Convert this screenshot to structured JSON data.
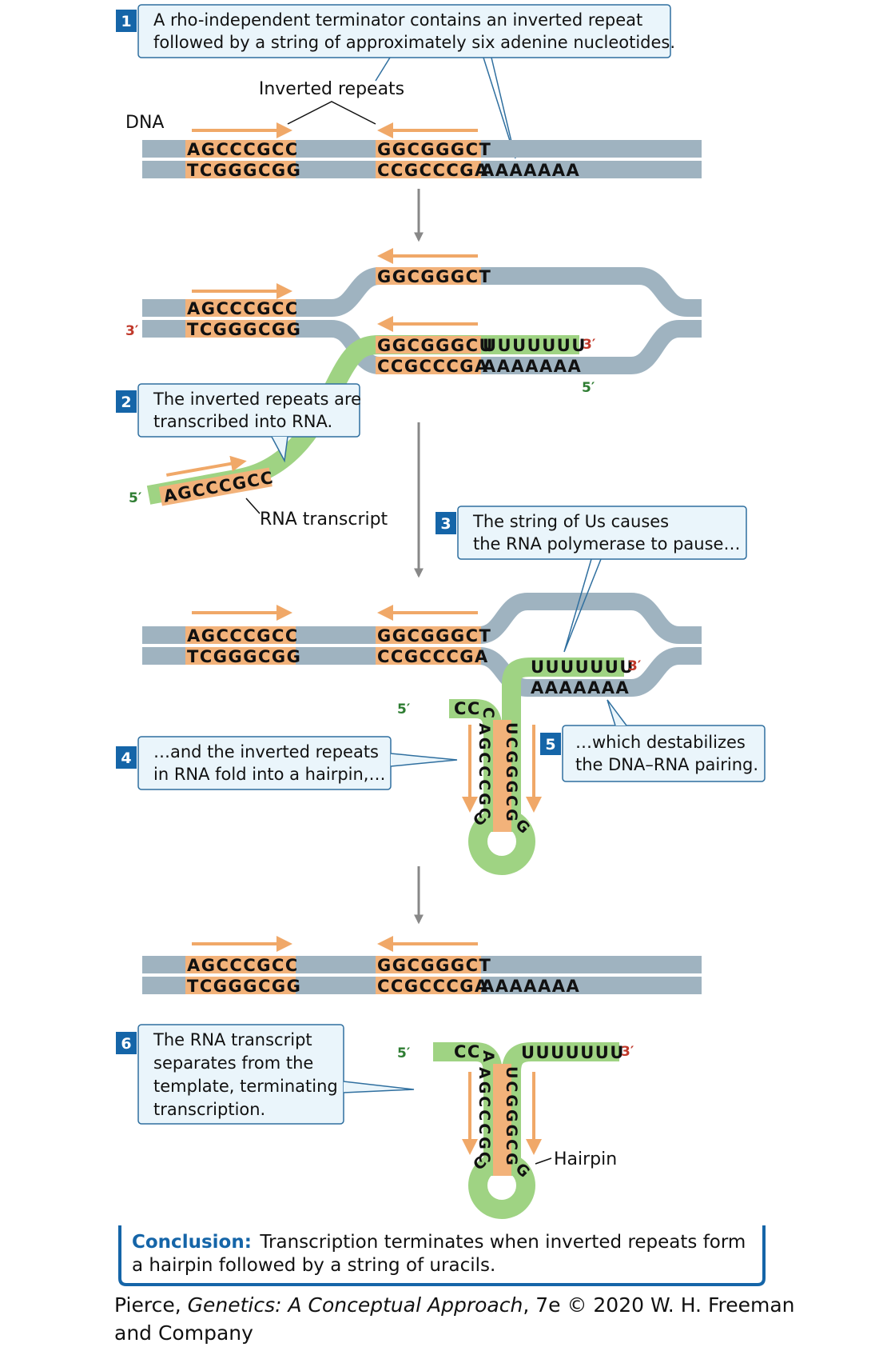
{
  "colors": {
    "dna": "#9fb3c0",
    "rna": "#9fd383",
    "repeat": "#f2b27a",
    "arrow": "#f0a868",
    "callout_bg": "#eaf5fb",
    "callout_border": "#2f6f9f",
    "step_box": "#1565a8",
    "three_prime": "#c0392b",
    "five_prime": "#2e7d32",
    "conclusion_head": "#1565a8"
  },
  "steps": {
    "s1": {
      "num": "1",
      "line1": "A rho-independent terminator contains an inverted repeat",
      "line2": "followed by a string of approximately six adenine nucleotides."
    },
    "s2": {
      "num": "2",
      "line1": "The inverted repeats are",
      "line2": "transcribed into RNA."
    },
    "s3": {
      "num": "3",
      "line1": "The string of Us causes",
      "line2": "the RNA polymerase to pause…"
    },
    "s4": {
      "num": "4",
      "line1": "…and the inverted repeats",
      "line2": "in RNA fold into a hairpin,…"
    },
    "s5": {
      "num": "5",
      "line1": "…which destabilizes",
      "line2": "the DNA–RNA pairing."
    },
    "s6": {
      "num": "6",
      "line1": "The RNA transcript",
      "line2": "separates from the",
      "line3": "template, terminating",
      "line4": "transcription."
    }
  },
  "labels": {
    "inverted_repeats": "Inverted repeats",
    "dna": "DNA",
    "rna_transcript": "RNA transcript",
    "hairpin": "Hairpin",
    "three_prime": "3′",
    "five_prime": "5′"
  },
  "sequences": {
    "repeat1_top": "AGCCCGCC",
    "repeat1_bottom": "TCGGGCGG",
    "repeat2_top": "GGCGGGCT",
    "repeat2_bottom": "CCGCCCGA",
    "a_string": "AAAAAAA",
    "rna_repeat2": "GGCGGGCU",
    "u_string": "UUUUUUU",
    "rna_repeat1": "AGCCCGCC",
    "cc": "CC",
    "hairpin_left": "AGCCCGC",
    "hairpin_right": "UCGGGCG",
    "stem3_extra": "C",
    "stem3_bottom_left": "C",
    "stem3_bottom_right": "G",
    "stem4_extra": "A",
    "stem4_bottom_left": "C",
    "stem4_bottom_right": "G"
  },
  "conclusion": {
    "head": "Conclusion:",
    "line1": "Transcription terminates when inverted repeats form",
    "line2": "a hairpin followed by a string of uracils."
  },
  "credit": {
    "author": "Pierce, ",
    "title": "Genetics: A Conceptual Approach",
    "rest": ", 7e © 2020 W. H. Freeman",
    "line2": "and Company"
  }
}
